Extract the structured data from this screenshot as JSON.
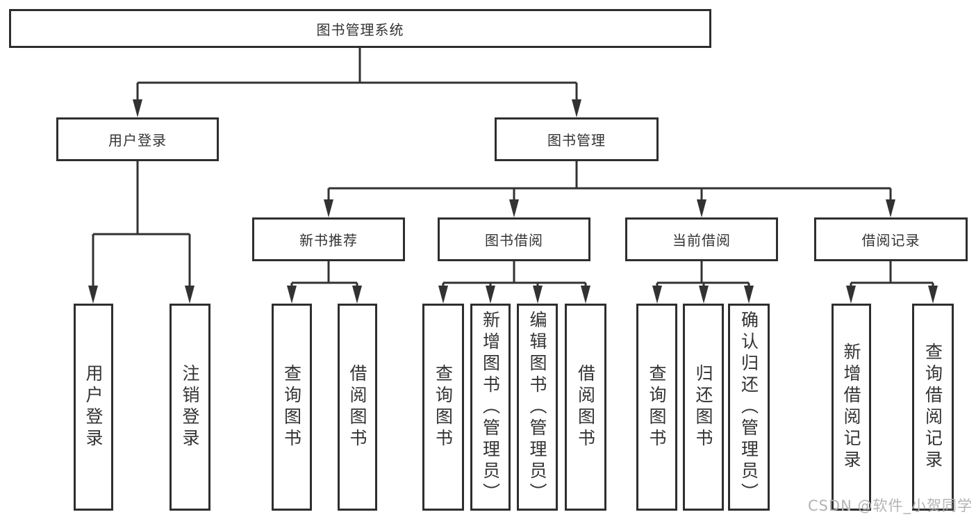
{
  "colors": {
    "background": "#ffffff",
    "line": "#323232",
    "box_border": "#2e2e2e",
    "box_fill": "#ffffff",
    "text": "#333333",
    "watermark": "#b3b3b3"
  },
  "watermark": {
    "text": "CSDN @软件_小贺同学"
  },
  "diagram": {
    "type": "tree",
    "root": {
      "label": "图书管理系统"
    },
    "branches": [
      {
        "label": "用户登录",
        "children": [
          {
            "label": "用户登录"
          },
          {
            "label": "注销登录"
          }
        ]
      },
      {
        "label": "图书管理",
        "sections": [
          {
            "label": "新书推荐",
            "children": [
              {
                "label": "查询图书"
              },
              {
                "label": "借阅图书"
              }
            ]
          },
          {
            "label": "图书借阅",
            "children": [
              {
                "label": "查询图书"
              },
              {
                "label": "新增图书（管理员）"
              },
              {
                "label": "编辑图书（管理员）"
              },
              {
                "label": "借阅图书"
              }
            ]
          },
          {
            "label": "当前借阅",
            "children": [
              {
                "label": "查询图书"
              },
              {
                "label": "归还图书"
              },
              {
                "label": "确认归还（管理员）"
              }
            ]
          },
          {
            "label": "借阅记录",
            "children": [
              {
                "label": "新增借阅记录"
              },
              {
                "label": "查询借阅记录"
              }
            ]
          }
        ]
      }
    ]
  }
}
